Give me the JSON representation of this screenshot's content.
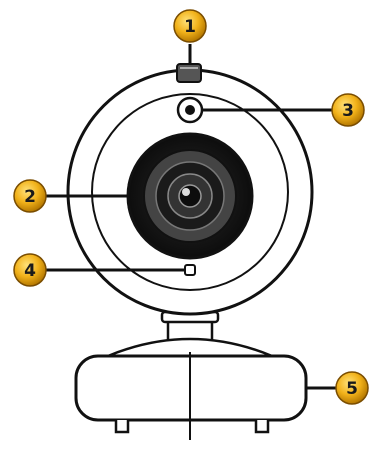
{
  "diagram": {
    "callouts": [
      {
        "number": "1",
        "part": "top-button"
      },
      {
        "number": "2",
        "part": "lens"
      },
      {
        "number": "3",
        "part": "small-button"
      },
      {
        "number": "4",
        "part": "led-indicator"
      },
      {
        "number": "5",
        "part": "base-clip"
      }
    ],
    "colors": {
      "line": "#111111",
      "badge_fill": "#f2b21a",
      "badge_edge": "#7a4d00",
      "lens_dark": "#1a1a1a",
      "lens_mid": "#4d4d4d",
      "body_fill": "#ffffff"
    }
  }
}
